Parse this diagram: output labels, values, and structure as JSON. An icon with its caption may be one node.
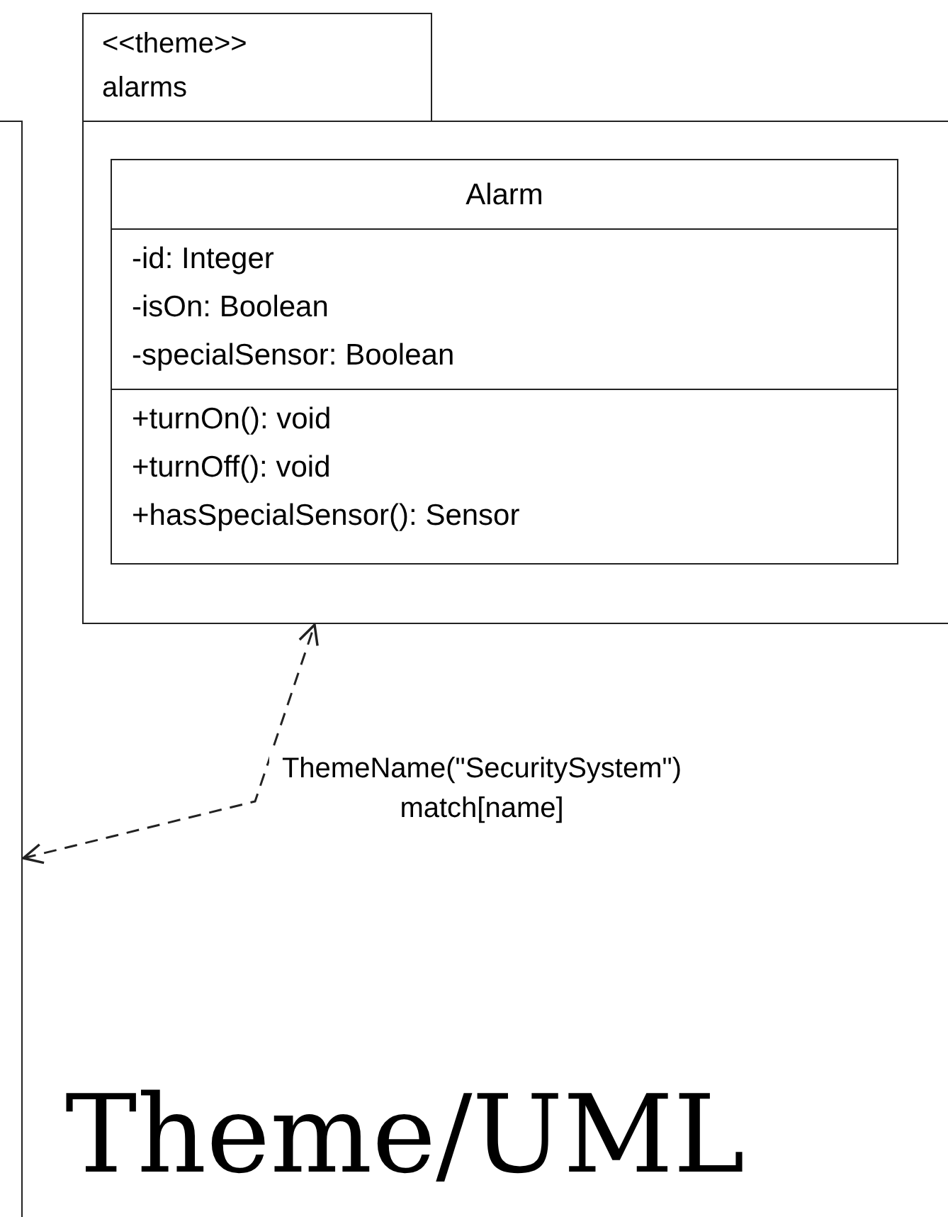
{
  "diagram": {
    "nodes": [
      {
        "text": [
          "<<theme>>",
          "alarms"
        ]
      },
      {
        "text": [
          "Alarm",
          "-id: Integer",
          "-isOn: Boolean",
          "-specialSensor: Boolean",
          "+turnOn(): void",
          "+turnOff(): void",
          "+hasSpecialSensor(): Sensor"
        ],
        "in": 0
      },
      {
        "text": [],
        "shape": "box"
      }
    ],
    "edges": [
      {
        "from": 2,
        "to": 0,
        "arrow": "both",
        "style": "dashed",
        "label": "ThemeName(\"SecuritySystem\") match[name]"
      }
    ],
    "labels": [
      "Theme/UML"
    ]
  }
}
